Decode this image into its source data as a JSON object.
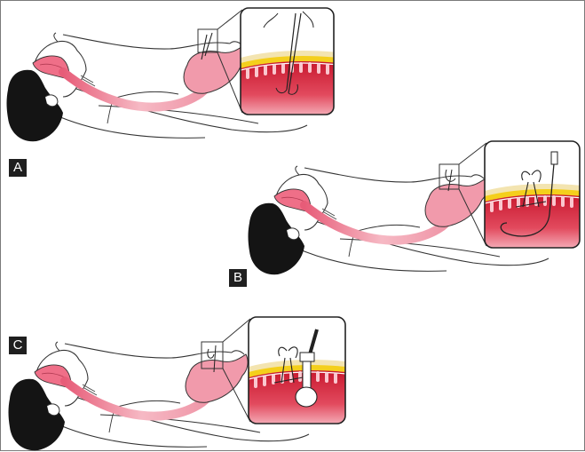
{
  "panels": [
    {
      "id": "A",
      "label": "A",
      "inset": "gastropexy-needle"
    },
    {
      "id": "B",
      "label": "B",
      "inset": "gastropexy-sutures-with-guidewire"
    },
    {
      "id": "C",
      "label": "C",
      "inset": "balloon-gastrostomy-tube"
    }
  ],
  "colors": {
    "outline": "#2a2a2a",
    "stomach": "#f2a0ae",
    "esophagus": "#f4b0bc",
    "hair": "#111111",
    "mucosa_dark": "#c8182e",
    "mucosa_light": "#ef7f90",
    "fat_layer": "#f5d21e",
    "skin_layer": "#f6e7b4"
  }
}
